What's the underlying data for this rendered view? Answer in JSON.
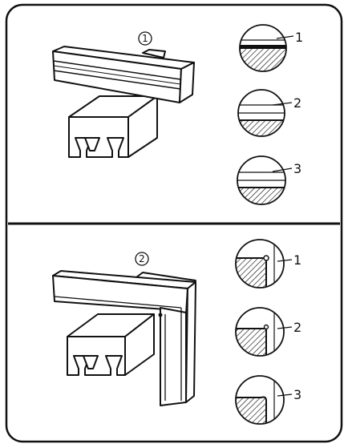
{
  "panel1": {
    "marker": "1",
    "labels": [
      "1",
      "2",
      "3"
    ]
  },
  "panel2": {
    "marker": "2",
    "labels": [
      "1",
      "2",
      "3"
    ]
  }
}
